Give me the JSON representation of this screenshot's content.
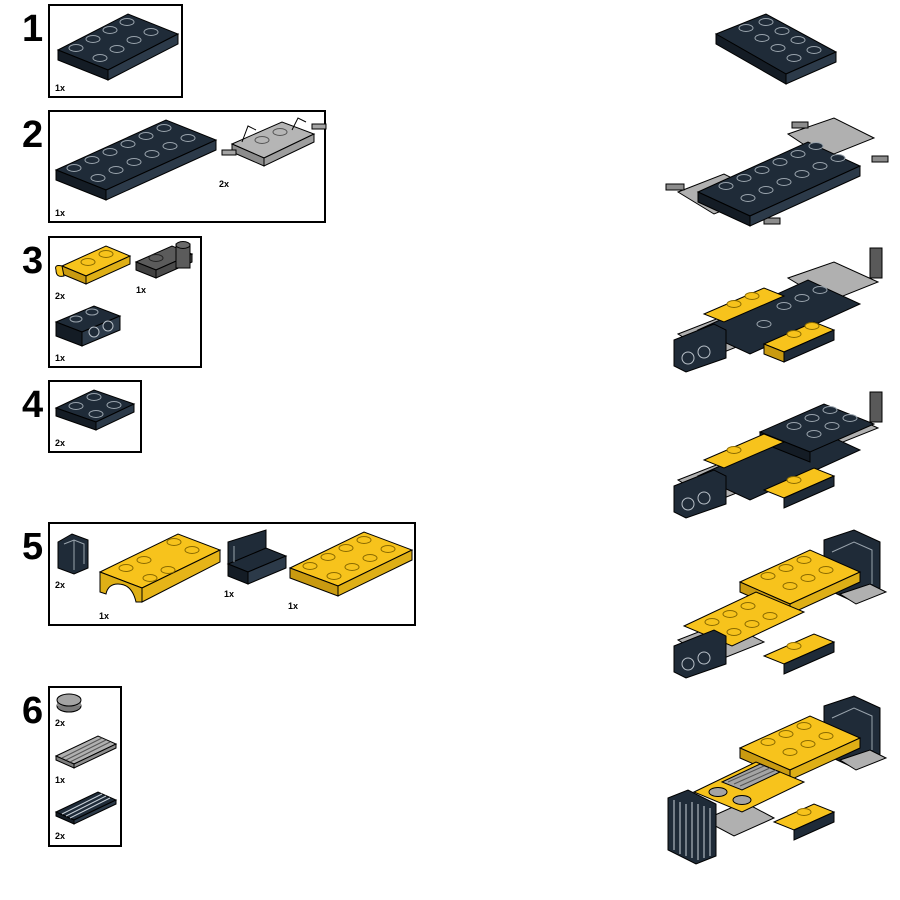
{
  "colors": {
    "dark_blue": "#1f2b38",
    "yellow": "#f7c31c",
    "light_gray": "#a4a4a4",
    "dark_gray": "#595959",
    "outline": "#000000"
  },
  "steps": [
    {
      "number": "1",
      "parts": [
        {
          "icon": "plate-2x4-icon",
          "color": "dark_blue",
          "quantity": "1x"
        }
      ]
    },
    {
      "number": "2",
      "parts": [
        {
          "icon": "plate-2x6-icon",
          "color": "dark_blue",
          "quantity": "1x"
        },
        {
          "icon": "wheel-holder-plate-icon",
          "color": "light_gray",
          "quantity": "2x"
        }
      ]
    },
    {
      "number": "3",
      "parts": [
        {
          "icon": "plate-1x2-clip-icon",
          "color": "yellow",
          "quantity": "2x"
        },
        {
          "icon": "plate-1x2-pin-icon",
          "color": "dark_gray",
          "quantity": "1x"
        },
        {
          "icon": "brick-1x2-studs-side-icon",
          "color": "dark_blue",
          "quantity": "1x"
        }
      ]
    },
    {
      "number": "4",
      "parts": [
        {
          "icon": "plate-2x2-icon",
          "color": "dark_blue",
          "quantity": "2x"
        }
      ]
    },
    {
      "number": "5",
      "parts": [
        {
          "icon": "panel-corner-icon",
          "color": "dark_blue",
          "quantity": "2x"
        },
        {
          "icon": "mudguard-plate-icon",
          "color": "yellow",
          "quantity": "1x"
        },
        {
          "icon": "seat-icon",
          "color": "dark_blue",
          "quantity": "1x"
        },
        {
          "icon": "plate-2x4-icon",
          "color": "yellow",
          "quantity": "1x"
        }
      ]
    },
    {
      "number": "6",
      "parts": [
        {
          "icon": "round-tile-icon",
          "color": "light_gray",
          "quantity": "2x"
        },
        {
          "icon": "grille-tile-icon",
          "color": "light_gray",
          "quantity": "1x"
        },
        {
          "icon": "grille-tile-icon",
          "color": "dark_blue",
          "quantity": "2x"
        }
      ]
    }
  ]
}
